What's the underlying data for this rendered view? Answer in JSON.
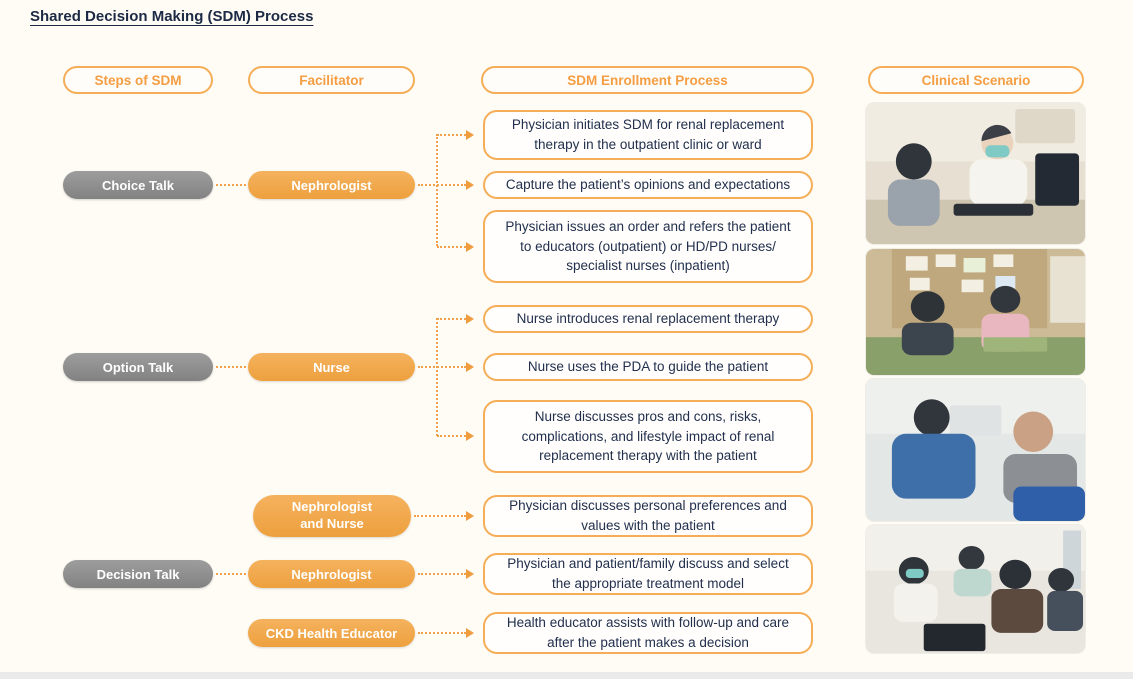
{
  "title": "Shared Decision Making (SDM) Process",
  "headers": {
    "steps": "Steps of SDM",
    "facilitator": "Facilitator",
    "process": "SDM Enrollment Process",
    "scenario": "Clinical Scenario"
  },
  "steps": [
    {
      "label": "Choice Talk"
    },
    {
      "label": "Option Talk"
    },
    {
      "label": "Decision Talk"
    }
  ],
  "facilitators": [
    {
      "label": "Nephrologist"
    },
    {
      "label": "Nurse"
    },
    {
      "label": "Nephrologist and Nurse"
    },
    {
      "label": "Nephrologist"
    },
    {
      "label": "CKD Health Educator"
    }
  ],
  "process_steps": [
    {
      "text": "Physician initiates SDM for renal replacement therapy in the outpatient clinic or ward"
    },
    {
      "text": "Capture the patient’s opinions and expectations"
    },
    {
      "text": "Physician issues an order and refers the patient to educators (outpatient) or HD/PD nurses/ specialist nurses (inpatient)"
    },
    {
      "text": "Nurse introduces renal replacement therapy"
    },
    {
      "text": "Nurse uses the PDA to guide the patient"
    },
    {
      "text": "Nurse discusses pros and cons, risks, complications, and lifestyle impact of renal replacement therapy with the patient"
    },
    {
      "text": "Physician discusses personal preferences and values with the patient"
    },
    {
      "text": "Physician and patient/family discuss and select the appropriate treatment model"
    },
    {
      "text": "Health educator assists with follow-up and care after the patient makes a decision"
    }
  ],
  "photos": [
    {
      "name": "outpatient-consultation-photo"
    },
    {
      "name": "patient-education-board-photo"
    },
    {
      "name": "nurse-demonstration-photo"
    },
    {
      "name": "team-discussion-photo"
    }
  ],
  "colors": {
    "accent_orange": "#F2A64E",
    "pill_gray": "#8E8E8E",
    "text_navy": "#22304E",
    "background": "#FFFCF5"
  }
}
